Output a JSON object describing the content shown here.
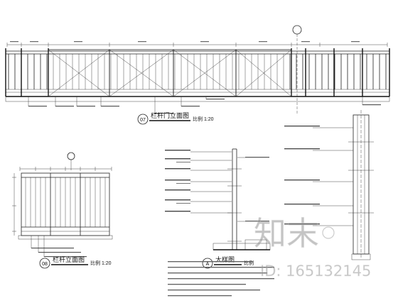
{
  "views": {
    "gate": {
      "number": "07",
      "title": "栏杆门立面图",
      "scale": "比例 1:20"
    },
    "railing": {
      "number": "08",
      "title": "栏杆立面图",
      "scale": "比例 1:20"
    },
    "detail": {
      "letter": "A",
      "title": "大样图",
      "scale": "比例"
    }
  },
  "watermark": {
    "brand": "知末",
    "id_label": "ID: 165132145"
  }
}
